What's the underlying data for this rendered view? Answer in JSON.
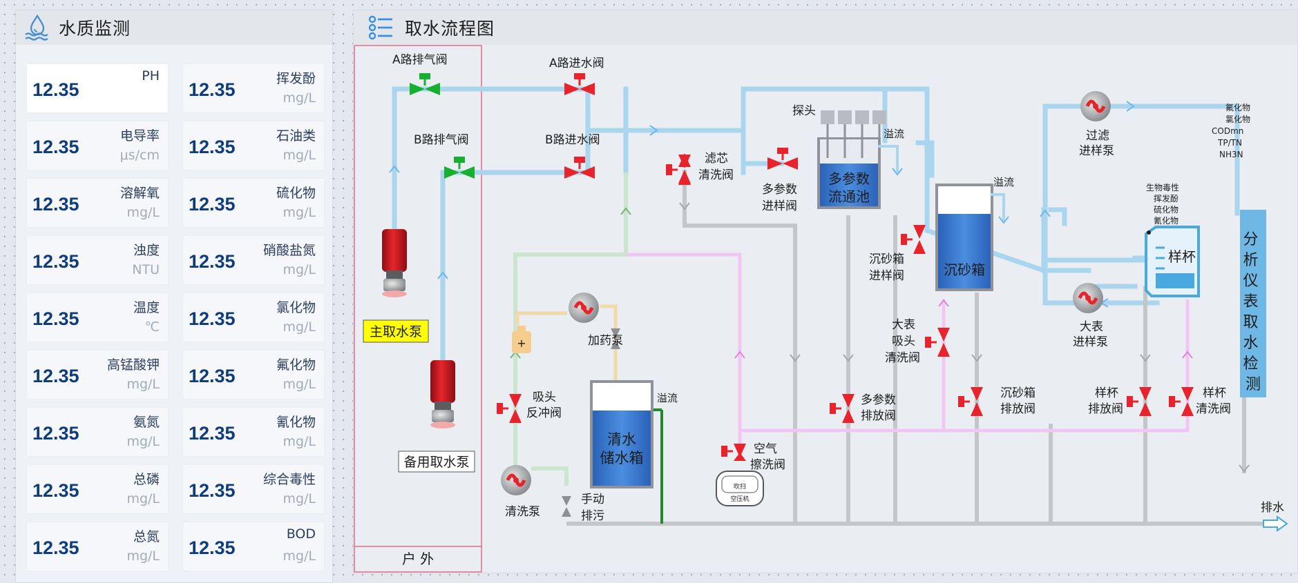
{
  "left_panel": {
    "title": "水质监测",
    "icon": "water-drop-icon",
    "metrics": [
      {
        "value": "12.35",
        "name": "PH",
        "unit": ""
      },
      {
        "value": "12.35",
        "name": "挥发酚",
        "unit": "mg/L"
      },
      {
        "value": "12.35",
        "name": "电导率",
        "unit": "μs/cm"
      },
      {
        "value": "12.35",
        "name": "石油类",
        "unit": "mg/L"
      },
      {
        "value": "12.35",
        "name": "溶解氧",
        "unit": "mg/L"
      },
      {
        "value": "12.35",
        "name": "硫化物",
        "unit": "mg/L"
      },
      {
        "value": "12.35",
        "name": "浊度",
        "unit": "NTU"
      },
      {
        "value": "12.35",
        "name": "硝酸盐氮",
        "unit": "mg/L"
      },
      {
        "value": "12.35",
        "name": "温度",
        "unit": "℃"
      },
      {
        "value": "12.35",
        "name": "氯化物",
        "unit": "mg/L"
      },
      {
        "value": "12.35",
        "name": "高锰酸钾",
        "unit": "mg/L"
      },
      {
        "value": "12.35",
        "name": "氟化物",
        "unit": "mg/L"
      },
      {
        "value": "12.35",
        "name": "氨氮",
        "unit": "mg/L"
      },
      {
        "value": "12.35",
        "name": "氰化物",
        "unit": "mg/L"
      },
      {
        "value": "12.35",
        "name": "总磷",
        "unit": "mg/L"
      },
      {
        "value": "12.35",
        "name": "综合毒性",
        "unit": "mg/L"
      },
      {
        "value": "12.35",
        "name": "总氮",
        "unit": "mg/L"
      },
      {
        "value": "12.35",
        "name": "BOD",
        "unit": "mg/L"
      }
    ]
  },
  "right_panel": {
    "title": "取水流程图",
    "icon": "list-icon",
    "outdoor_label": "户 外",
    "labels": {
      "a_vent_valve": "A路排气阀",
      "a_inlet_valve": "A路进水阀",
      "b_vent_valve": "B路排气阀",
      "b_inlet_valve": "B路进水阀",
      "main_pump": "主取水泵",
      "backup_pump": "备用取水泵",
      "filter_clean_1": "滤芯",
      "filter_clean_2": "清洗阀",
      "multi_inlet_1": "多参数",
      "multi_inlet_2": "进样阀",
      "probe": "探头",
      "overflow": "溢流",
      "multi_pool_1": "多参数",
      "multi_pool_2": "流通池",
      "sand_tank": "沉砂箱",
      "sand_inlet_1": "沉砂箱",
      "sand_inlet_2": "进样阀",
      "filter_pump_1": "过滤",
      "filter_pump_2": "进样泵",
      "big_pump_1": "大表",
      "big_pump_2": "进样泵",
      "sample_cup": "样杯",
      "analyzer": "分析仪表取水检测",
      "dosing_pump": "加药泵",
      "clean_tank_1": "清水",
      "clean_tank_2": "储水箱",
      "backflush_1": "吸头",
      "backflush_2": "反冲阀",
      "wash_pump": "清洗泵",
      "manual_drain_1": "手动",
      "manual_drain_2": "排污",
      "air_valve_1": "空气",
      "air_valve_2": "擦洗阀",
      "compressor_1": "吹扫",
      "compressor_2": "空压机",
      "multi_drain_1": "多参数",
      "multi_drain_2": "排放阀",
      "big_head_1": "大表",
      "big_head_2": "吸头",
      "big_head_3": "清洗阀",
      "sand_drain_1": "沉砂箱",
      "sand_drain_2": "排放阀",
      "cup_drain_1": "样杯",
      "cup_drain_2": "排放阀",
      "cup_clean_1": "样杯",
      "cup_clean_2": "清洗阀",
      "drain": "排水",
      "analytes_top": [
        "氟化物",
        "氯化物",
        "CODmn",
        "TP/TN",
        "NH3N"
      ],
      "analytes_cup": [
        "生物毒性",
        "挥发酚",
        "硫化物",
        "氰化物"
      ]
    },
    "colors": {
      "water_pipe": "#a9d5ef",
      "grey_pipe": "#c4c6c9",
      "green_pipe": "#cde4cf",
      "pink_pipe": "#f2c6f2",
      "valve_red": "#e8232b",
      "valve_green": "#16b02e",
      "tank_blue": "#2e6fc7",
      "outdoor_border": "#e46b8d",
      "main_pump_label_bg": "#ffff00"
    }
  }
}
